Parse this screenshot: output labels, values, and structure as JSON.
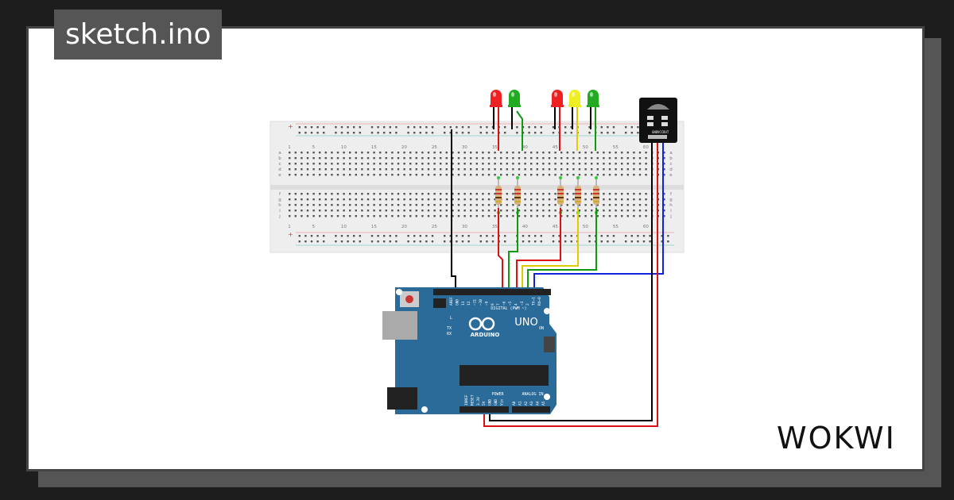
{
  "header": {
    "title": "sketch.ino"
  },
  "brand": {
    "logo_text": "WOKWI"
  },
  "breadboard": {
    "column_numbers": [
      "1",
      "5",
      "10",
      "15",
      "20",
      "25",
      "30",
      "35",
      "40",
      "45",
      "50",
      "55",
      "60"
    ],
    "row_letters_top": [
      "a",
      "b",
      "c",
      "d",
      "e"
    ],
    "row_letters_bottom": [
      "f",
      "g",
      "h",
      "i",
      "j"
    ],
    "rail_plus": "+",
    "rail_minus": "-"
  },
  "leds": [
    {
      "color": "red"
    },
    {
      "color": "green"
    },
    {
      "color": "red"
    },
    {
      "color": "yellow"
    },
    {
      "color": "green"
    }
  ],
  "arduino": {
    "model": "UNO",
    "brand": "ARDUINO",
    "digital_label": "DIGITAL (PWM ~)",
    "power_label": "POWER",
    "analog_label": "ANALOG IN",
    "on_label": "ON",
    "l_label": "L",
    "tx_label": "TX",
    "rx_label": "RX",
    "digital_pins": [
      "AREF",
      "GND",
      "13",
      "12",
      "~11",
      "~10",
      "~9",
      "8",
      "7",
      "~6",
      "~5",
      "4",
      "~3",
      "2",
      "TX→1",
      "RX←0"
    ],
    "power_pins": [
      "IOREF",
      "RESET",
      "3.3V",
      "5V",
      "GND",
      "GND",
      "Vin"
    ],
    "analog_pins": [
      "A0",
      "A1",
      "A2",
      "A3",
      "A4",
      "A5"
    ]
  },
  "sensor": {
    "pins": [
      "GND",
      "VCC",
      "OUT"
    ]
  },
  "colors": {
    "background": "#1d1d1d",
    "card": "#ffffff",
    "title_bg": "#555555",
    "wire_black": "#000000",
    "wire_red": "#dd1111",
    "wire_green": "#119911",
    "wire_yellow": "#ddcc00",
    "wire_blue": "#1122dd",
    "arduino_blue": "#2b6b9a"
  }
}
